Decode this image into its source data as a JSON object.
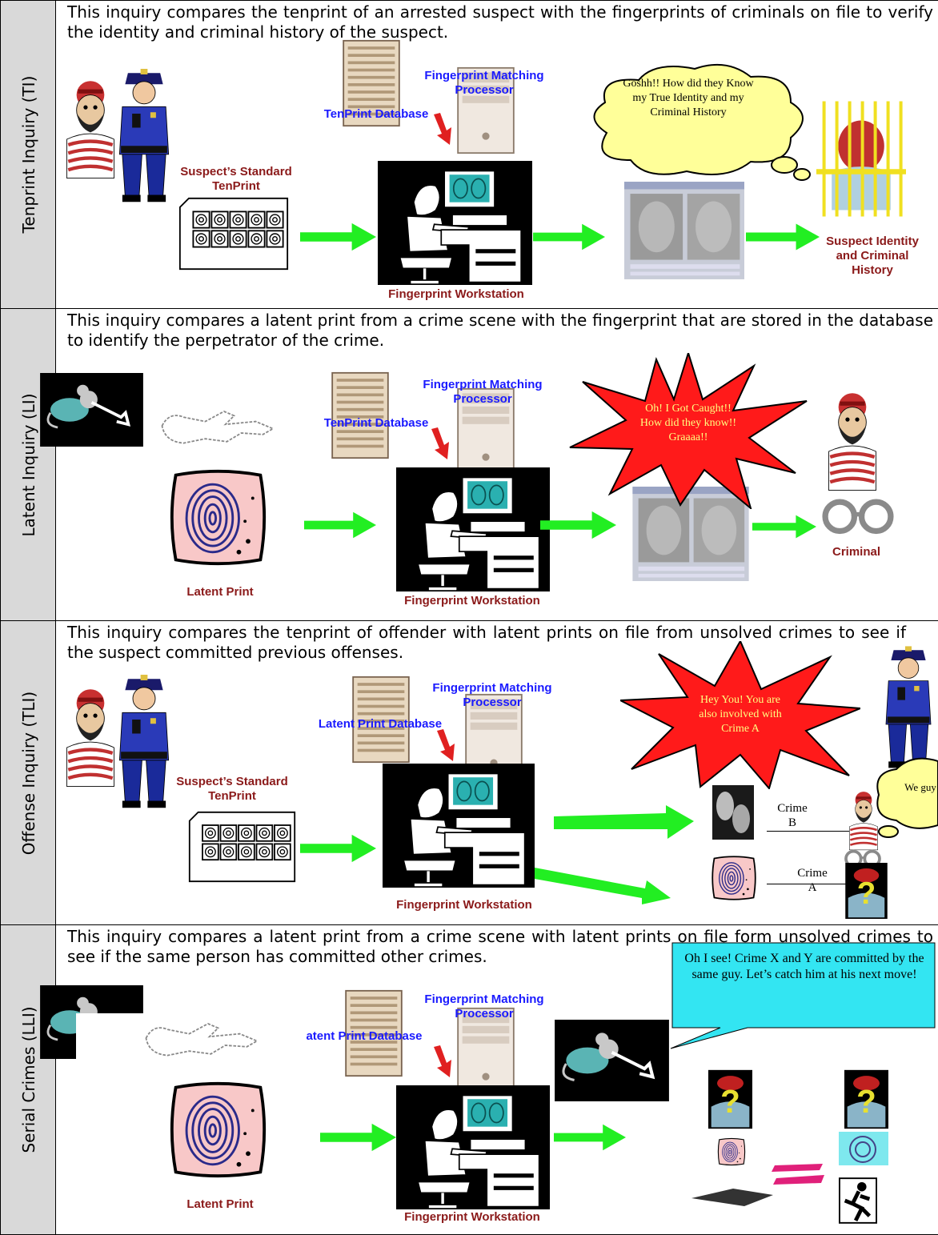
{
  "rows": [
    {
      "side_label": "Tenprint Inquiry (TI)",
      "description": "This inquiry compares the tenprint of an arrested suspect with the fingerprints of criminals on file to verify the identity and criminal history of the suspect.",
      "labels": {
        "card": "Suspect’s Standard TenPrint",
        "database": "TenPrint Database",
        "processor": "Fingerprint Matching Processor",
        "workstation": "Fingerprint Workstation",
        "result": "Suspect Identity and Criminal History"
      },
      "bubble": "Goshh!! How did they Know my True Identity and my Criminal History"
    },
    {
      "side_label": "Latent Inquiry (LI)",
      "description": "This inquiry compares a latent print from a crime scene with the fingerprint that are stored in the database to identify the perpetrator of the crime.",
      "labels": {
        "latent": "Latent Print",
        "database": "TenPrint Database",
        "processor": "Fingerprint Matching Processor",
        "workstation": "Fingerprint Workstation",
        "result": "Criminal"
      },
      "bubble": "Oh! I Got Caught!! How did they know!! Graaaa!!"
    },
    {
      "side_label": "Offense Inquiry (TLI)",
      "description": "This inquiry compares the tenprint of offender with latent prints on file from unsolved crimes to see if the suspect committed previous offenses.",
      "labels": {
        "card": "Suspect’s Standard TenPrint",
        "database": "Latent Print Database",
        "processor": "Fingerprint Matching Processor",
        "workstation": "Fingerprint Workstation",
        "crime_b": "Crime B",
        "crime_a": "Crime A"
      },
      "bubble": "Hey You! You are also involved with Crime A",
      "cloud_partial": "We guy"
    },
    {
      "side_label": "Serial Crimes (LLI)",
      "description": "This inquiry compares a latent print from a crime scene with latent prints on file form unsolved crimes to see if the same person has committed other crimes.",
      "labels": {
        "latent": "Latent Print",
        "database": "atent Print Database",
        "processor": "Fingerprint Matching Processor",
        "workstation": "Fingerprint Workstation"
      },
      "bubble": "Oh I see! Crime X and Y are committed by the same guy. Let’s catch him at his next move!"
    }
  ],
  "colors": {
    "arrow": "#22ee22",
    "red_arrow": "#e02020",
    "label_red": "#8b1a1a",
    "label_blue": "#1a1aff",
    "side_bg": "#d9d9d9",
    "cloud": "#ffff99",
    "star": "#ff1a1a",
    "callout": "#33e5f2"
  }
}
